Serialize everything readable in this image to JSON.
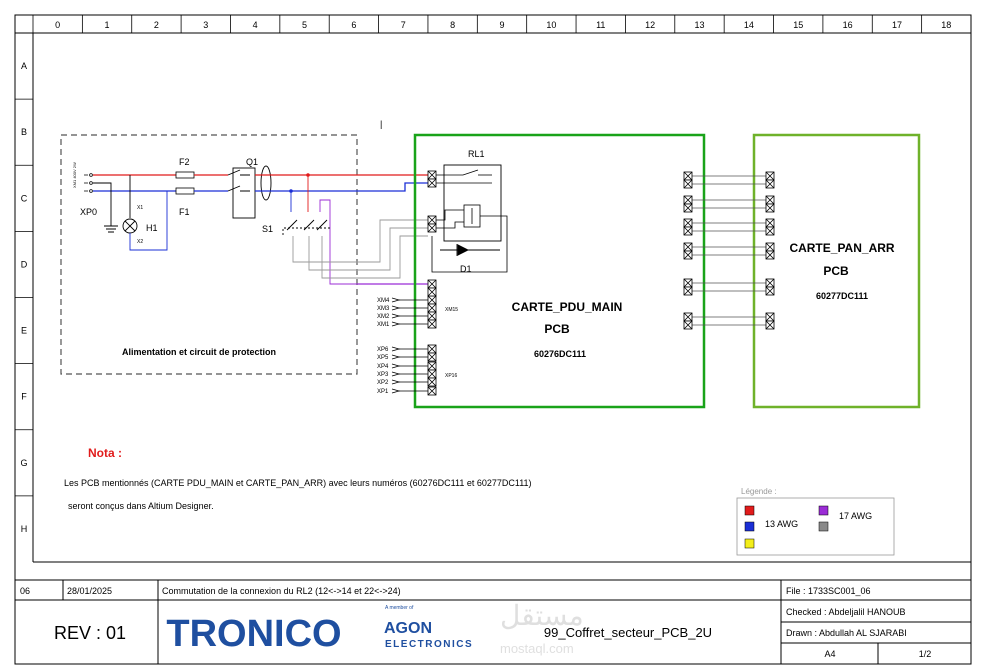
{
  "grid": {
    "columns": [
      "0",
      "1",
      "2",
      "3",
      "4",
      "5",
      "6",
      "7",
      "8",
      "9",
      "10",
      "11",
      "12",
      "13",
      "14",
      "15",
      "16",
      "17",
      "18"
    ],
    "rows": [
      "A",
      "B",
      "C",
      "D",
      "E",
      "F",
      "G",
      "H"
    ]
  },
  "protection_block": {
    "title": "Alimentation et circuit de protection",
    "labels": {
      "xp0": "XP0",
      "f2": "F2",
      "f1": "F1",
      "q1": "Q1",
      "s1": "S1",
      "h1": "H1",
      "x1": "X1",
      "x2": "X2",
      "mains": "XM1 400V 2W"
    }
  },
  "pdu_card": {
    "name": "CARTE_PDU_MAIN",
    "subtitle": "PCB",
    "code": "60276DC111",
    "relay": "RL1",
    "diode": "D1",
    "connector_xm": "XM15",
    "connector_xp": "XP16",
    "xm_pins": [
      "XM4",
      "XM3",
      "XM2",
      "XM1"
    ],
    "xp_pins": [
      "XP6",
      "XP5",
      "XP4",
      "XP3",
      "XP2",
      "XP1"
    ]
  },
  "pan_card": {
    "name": "CARTE_PAN_ARR",
    "subtitle": "PCB",
    "code": "60277DC111"
  },
  "note": {
    "title": "Nota :",
    "line1": "Les PCB mentionnés (CARTE PDU_MAIN et CARTE_PAN_ARR) avec leurs numéros (60276DC111 et 60277DC111)",
    "line2": "seront conçus dans Altium Designer."
  },
  "legend": {
    "title": "Légende :",
    "label_13": "13 AWG",
    "label_17": "17 AWG",
    "colors": {
      "red": "#e11b1b",
      "blue": "#1a2fd6",
      "yellow": "#f3ee1a",
      "purple": "#9b2cd6",
      "gray": "#8a8a8a"
    }
  },
  "title_block": {
    "rev_index": "06",
    "date": "28/01/2025",
    "description": "Commutation de la connexion du RL2 (12<->14 et 22<->24)",
    "file": "File : 1733SC001_06",
    "checked": "Checked : Abdeljalil HANOUB",
    "drawn": "Drawn : Abdullah AL SJARABI",
    "rev": "REV : 01",
    "company": "TRONICO",
    "partner_top": "A member of",
    "partner_name": "AGON",
    "partner_sub": "ELECTRONICS",
    "project": "99_Coffret_secteur_PCB_2U",
    "paper": "A4",
    "page": "1/2"
  },
  "watermark": {
    "arabic": "مستقل",
    "latin": "mostaql.com"
  },
  "colors": {
    "red_wire": "#e11b1b",
    "blue_wire": "#1a2fd6",
    "green_box": "#19a319",
    "green_box2": "#6fb22a",
    "purple_wire": "#9b2cd6",
    "gray_wire": "#9a9a9a"
  }
}
